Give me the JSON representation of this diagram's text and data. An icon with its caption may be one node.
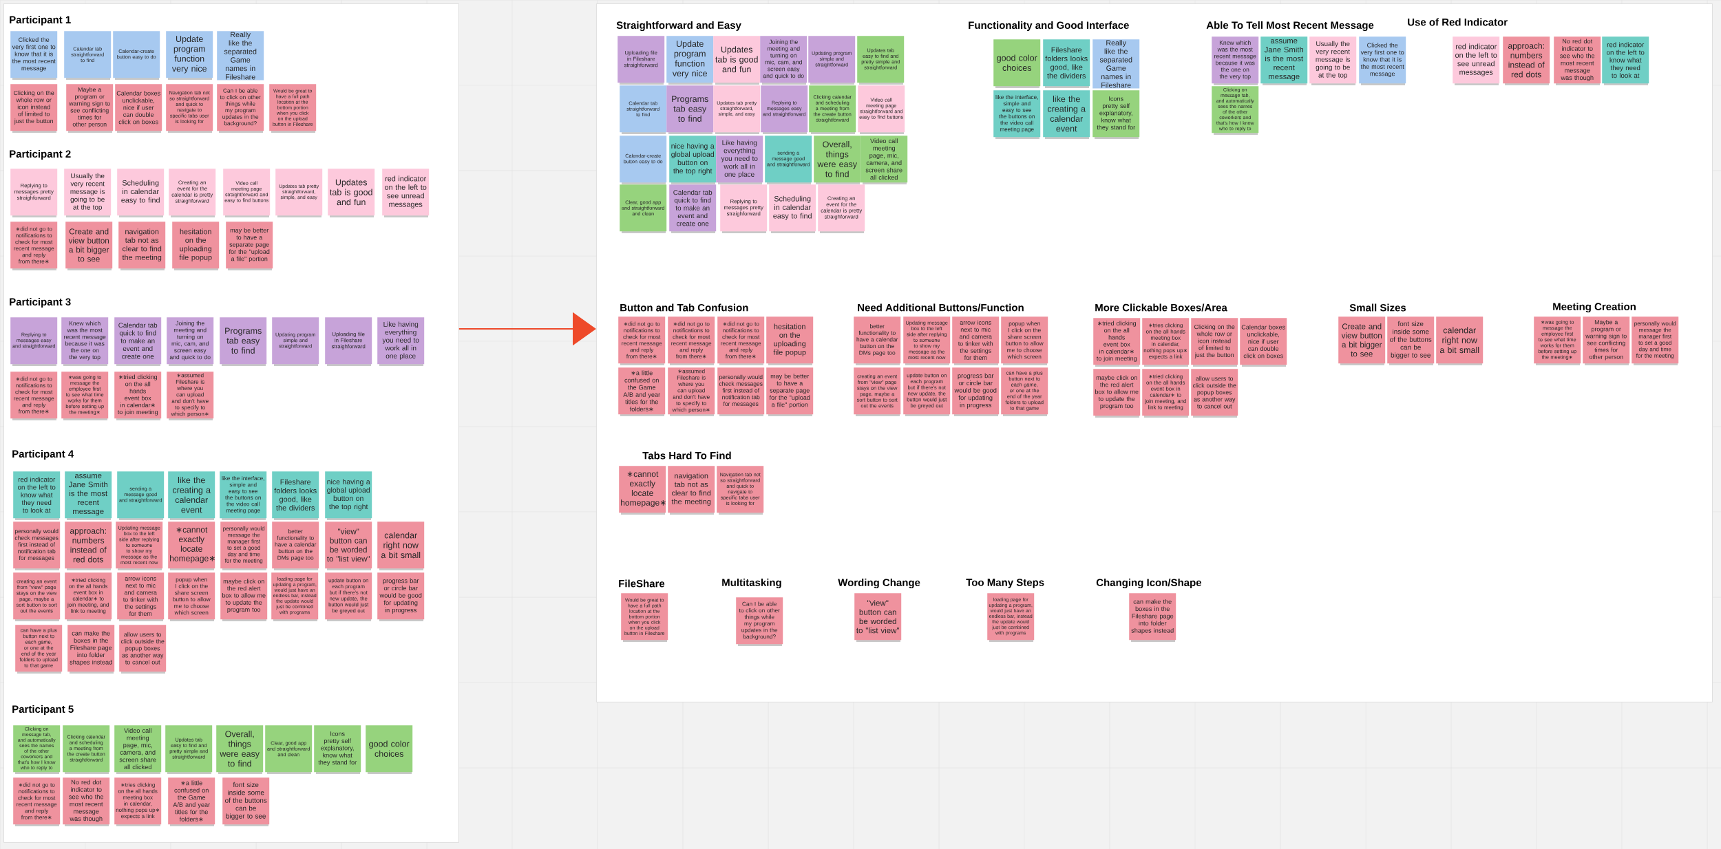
{
  "diagram": {
    "nodes": [
      {
        "text": [],
        "shape": "box"
      },
      {
        "text": [],
        "shape": "box"
      },
      {
        "text": [
          "Clicked the very first one to know that it is the most recent message"
        ],
        "in": 0
      },
      {
        "text": [
          "Calendar tab straightforward to find"
        ],
        "in": 0
      },
      {
        "text": [
          "Calendar-create button easy to do"
        ],
        "in": 0
      },
      {
        "text": [
          "Update program function very nice"
        ],
        "in": 0
      },
      {
        "text": [
          "Really like the separated Game names in Fileshare"
        ],
        "in": 0
      },
      {
        "text": [
          "Clicking on the whole row or icon instead of limited to just the button"
        ],
        "in": 0
      },
      {
        "text": [
          "Maybe a program or warning sign to see conflicting times for other person"
        ],
        "in": 0
      },
      {
        "text": [
          "Calendar boxes unclickable, nice if user can double click on boxes"
        ],
        "in": 0
      },
      {
        "text": [
          "Navigation tab not so straightforward and quick to navigate to specific tabs user is looking for"
        ],
        "in": 0
      },
      {
        "text": [
          "Can I be able to click on other things while my program updates in the background?"
        ],
        "in": 0
      },
      {
        "text": [
          "Would be great to have a full path location at the bottom portion when you click on the upload button in Fileshare"
        ],
        "in": 0
      },
      {
        "text": [
          "Replying to messages pretty straighforward"
        ],
        "in": 0
      },
      {
        "text": [
          "Usually the very recent message is going to be at the top"
        ],
        "in": 0
      },
      {
        "text": [
          "Scheduling in calendar easy to find"
        ],
        "in": 0
      },
      {
        "text": [
          "Creating an event for the calendar is pretty straighforward"
        ],
        "in": 0
      },
      {
        "text": [
          "Video call meeting page straightforward and easy to find buttons"
        ],
        "in": 0
      },
      {
        "text": [
          "Updates tab pretty straightforward, simple, and easy"
        ],
        "in": 0
      },
      {
        "text": [
          "Updates tab is good and fun"
        ],
        "in": 0
      },
      {
        "text": [
          "red indicator on the left to see unread messages"
        ],
        "in": 0
      },
      {
        "text": [
          "∗did not go to notifications to check for most recent message and reply from there∗"
        ],
        "in": 0
      },
      {
        "text": [
          "Create and view button a bit bigger to see"
        ],
        "in": 0
      },
      {
        "text": [
          "navigation tab not as clear to find the meeting"
        ],
        "in": 0
      },
      {
        "text": [
          "hesitation on the uploading file popup"
        ],
        "in": 0
      },
      {
        "text": [
          "may be better to have a separate page for the \"upload a file\" portion"
        ],
        "in": 0
      },
      {
        "text": [
          "Replying to messages easy and straightforward"
        ],
        "in": 0
      },
      {
        "text": [
          "Knew which was the most recent message because it was the one on the very top"
        ],
        "in": 0
      },
      {
        "text": [
          "Calendar tab quick to find to make an event and create one"
        ],
        "in": 0
      },
      {
        "text": [
          "Joining the meeting and turning on mic, cam, and screen easy and quick to do"
        ],
        "in": 0
      },
      {
        "text": [
          "Programs tab easy to find"
        ],
        "in": 0
      },
      {
        "text": [
          "Updating program simple and straightforward"
        ],
        "in": 0
      },
      {
        "text": [
          "Uploading file in Fileshare straighforward"
        ],
        "in": 0
      },
      {
        "text": [
          "Like having everything you need to work all in one place"
        ],
        "in": 0
      },
      {
        "text": [
          "∗did not go to notifications to check for most recent message and reply from there∗"
        ],
        "in": 0
      },
      {
        "text": [
          "∗was going to message the employee first to see what time works for them before setting up the meeting∗"
        ],
        "in": 0
      },
      {
        "text": [
          "∗tried clicking on the all hands event box in calendar∗ to join meeting"
        ],
        "in": 0
      },
      {
        "text": [
          "∗assumed Fileshare is where you can upload and don't have to specify to which person∗"
        ],
        "in": 0
      },
      {
        "text": [
          "red indicator on the left to know what they need to look at"
        ],
        "in": 0
      },
      {
        "text": [
          "assume Jane Smith is the most recent message"
        ],
        "in": 0
      },
      {
        "text": [
          "sending a message good and straightforward"
        ],
        "in": 0
      },
      {
        "text": [
          "like the creating a calendar event"
        ],
        "in": 0
      },
      {
        "text": [
          "like the interface, simple and easy to see the buttons on the video call meeting page"
        ],
        "in": 0
      },
      {
        "text": [
          "Fileshare folders looks good, like the dividers"
        ],
        "in": 0
      },
      {
        "text": [
          "nice having a global upload button on the top right"
        ],
        "in": 0
      },
      {
        "text": [
          "personally would check messages first instead of notification tab for messages"
        ],
        "in": 0
      },
      {
        "text": [
          "approach: numbers instead of red dots"
        ],
        "in": 0
      },
      {
        "text": [
          "Updating message box to the left side after replying to someone to show my message as the most recent now"
        ],
        "in": 0
      },
      {
        "text": [
          "∗cannot exactly locate homepage∗"
        ],
        "in": 0
      },
      {
        "text": [
          "personally would message the manager first to set a good day and time for the meeting"
        ],
        "in": 0
      },
      {
        "text": [
          "better functionality to have a calendar button on the DMs page too"
        ],
        "in": 0
      },
      {
        "text": [
          "\"view\" button can be worded to \"list view\""
        ],
        "in": 0
      },
      {
        "text": [
          "calendar right now a bit small"
        ],
        "in": 0
      },
      {
        "text": [
          "creating an event from \"view\" page stays on the view page, maybe a sort button to sort out the events"
        ],
        "in": 0
      },
      {
        "text": [
          "∗tried clicking on the all hands event box in calendar∗ to join meeting, and link to meeting"
        ],
        "in": 0
      },
      {
        "text": [
          "arrow icons next to mic and camera to tinker with the settings for them"
        ],
        "in": 0
      },
      {
        "text": [
          "popup when I click on the share screen button to allow me to choose which screen"
        ],
        "in": 0
      },
      {
        "text": [
          "maybe click on the red alert box to allow me to update the program too"
        ],
        "in": 0
      },
      {
        "text": [
          "loading page for updating a program, would just have an endless bar, instead the update would just be combined with programs"
        ],
        "in": 0
      },
      {
        "text": [
          "update button on each program but if there's not new update, the button would just be greyed out"
        ],
        "in": 0
      },
      {
        "text": [
          "progress bar or circle bar would be good for updating in progress"
        ],
        "in": 0
      },
      {
        "text": [
          "can have a plus button next to each game, or one at the end of the year folders to upload to that game"
        ],
        "in": 0
      },
      {
        "text": [
          "can make the boxes in the Fileshare page into folder shapes instead"
        ],
        "in": 0
      },
      {
        "text": [
          "allow users to click outside the popup boxes as another way to cancel out"
        ],
        "in": 0
      },
      {
        "text": [
          "Clicking on message tab, and automatically sees the names of the other coworkers and that's how I know who to reply to"
        ],
        "in": 0
      },
      {
        "text": [
          "Clicking calendar and scheduling a meeting from the create button straightforward"
        ],
        "in": 0
      },
      {
        "text": [
          "Video call meeting page, mic, camera, and screen share all clicked"
        ],
        "in": 0
      },
      {
        "text": [
          "Updates tab easy to find and pretty simple and straightforward"
        ],
        "in": 0
      },
      {
        "text": [
          "Overall, things were easy to find"
        ],
        "in": 0
      },
      {
        "text": [
          "Clear, good app and straightforward and clean"
        ],
        "in": 0
      },
      {
        "text": [
          "Icons pretty self explanatory, know what they stand for"
        ],
        "in": 0
      },
      {
        "text": [
          "good color choices"
        ],
        "in": 0
      },
      {
        "text": [
          "∗did not go to notifications to check for most recent message and reply from there∗"
        ],
        "in": 0
      },
      {
        "text": [
          "No red dot indicator to see who the most recent message was though"
        ],
        "in": 0
      },
      {
        "text": [
          "∗tries clicking on the all hands meeting box in calendar, nothing pops up∗ expects a link"
        ],
        "in": 0
      },
      {
        "text": [
          "∗a little confused on the Game A/B and year titles for the folders∗"
        ],
        "in": 0
      },
      {
        "text": [
          "font size inside some of the buttons can be bigger to see"
        ],
        "in": 0
      },
      {
        "text": [
          "Uploading file in Fileshare straighforward"
        ],
        "in": 1
      },
      {
        "text": [
          "Update program function very nice"
        ],
        "in": 1
      },
      {
        "text": [
          "Updates tab is good and fun"
        ],
        "in": 1
      },
      {
        "text": [
          "Joining the meeting and turning on mic, cam, and screen easy and quick to do"
        ],
        "in": 1
      },
      {
        "text": [
          "Updating program simple and straightforward"
        ],
        "in": 1
      },
      {
        "text": [
          "Updates tab easy to find and pretty simple and straightforward"
        ],
        "in": 1
      },
      {
        "text": [
          "Calendar tab straightforward to find"
        ],
        "in": 1
      },
      {
        "text": [
          "Programs tab easy to find"
        ],
        "in": 1
      },
      {
        "text": [
          "Updates tab pretty straightforward, simple, and easy"
        ],
        "in": 1
      },
      {
        "text": [
          "Replying to messages easy and straightforward"
        ],
        "in": 1
      },
      {
        "text": [
          "Clicking calendar and scheduling a meeting from the create button straightforward"
        ],
        "in": 1
      },
      {
        "text": [
          "Video call meeting page straightforward and easy to find buttons"
        ],
        "in": 1
      },
      {
        "text": [
          "Calendar-create button easy to do"
        ],
        "in": 1
      },
      {
        "text": [
          "nice having a global upload button on the top right"
        ],
        "in": 1
      },
      {
        "text": [
          "Like having everything you need to work all in one place"
        ],
        "in": 1
      },
      {
        "text": [
          "sending a message good and straightforward"
        ],
        "in": 1
      },
      {
        "text": [
          "Overall, things were easy to find"
        ],
        "in": 1
      },
      {
        "text": [
          "Video call meeting page, mic, camera, and screen share all clicked"
        ],
        "in": 1
      },
      {
        "text": [
          "Clear, good app and straightforward and clean"
        ],
        "in": 1
      },
      {
        "text": [
          "Calendar tab quick to find to make an event and create one"
        ],
        "in": 1
      },
      {
        "text": [
          "Replying to messages pretty straighforward"
        ],
        "in": 1
      },
      {
        "text": [
          "Scheduling in calendar easy to find"
        ],
        "in": 1
      },
      {
        "text": [
          "Creating an event for the calendar is pretty straighforward"
        ],
        "in": 1
      },
      {
        "text": [
          "good color choices"
        ],
        "in": 1
      },
      {
        "text": [
          "Fileshare folders looks good, like the dividers"
        ],
        "in": 1
      },
      {
        "text": [
          "Really like the separated Game names in Fileshare"
        ],
        "in": 1
      },
      {
        "text": [
          "like the interface, simple and easy to see the buttons on the video call meeting page"
        ],
        "in": 1
      },
      {
        "text": [
          "like the creating a calendar event"
        ],
        "in": 1
      },
      {
        "text": [
          "Icons pretty self explanatory, know what they stand for"
        ],
        "in": 1
      },
      {
        "text": [
          "Knew which was the most recent message because it was the one on the very top"
        ],
        "in": 1
      },
      {
        "text": [
          "assume Jane Smith is the most recent message"
        ],
        "in": 1
      },
      {
        "text": [
          "Usually the very recent message is going to be at the top"
        ],
        "in": 1
      },
      {
        "text": [
          "Clicked the very first one to know that it is the most recent message"
        ],
        "in": 1
      },
      {
        "text": [
          "Clicking on message tab, and automatically sees the names of the other coworkers and that's how I know who to reply to"
        ],
        "in": 1
      },
      {
        "text": [
          "red indicator on the left to see unread messages"
        ],
        "in": 1
      },
      {
        "text": [
          "approach: numbers instead of red dots"
        ],
        "in": 1
      },
      {
        "text": [
          "No red dot indicator to see who the most recent message was though"
        ],
        "in": 1
      },
      {
        "text": [
          "red indicator on the left to know what they need to look at"
        ],
        "in": 1
      },
      {
        "text": [
          "∗did not go to notifications to check for most recent message and reply from there∗"
        ],
        "in": 1
      },
      {
        "text": [
          "∗did not go to notifications to check for most recent message and reply from there∗"
        ],
        "in": 1
      },
      {
        "text": [
          "∗did not go to notifications to check for most recent message and reply from there∗"
        ],
        "in": 1
      },
      {
        "text": [
          "hesitation on the uploading file popup"
        ],
        "in": 1
      },
      {
        "text": [
          "∗a little confused on the Game A/B and year titles for the folders∗"
        ],
        "in": 1
      },
      {
        "text": [
          "∗assumed Fileshare is where you can upload and don't have to specify to which person∗"
        ],
        "in": 1
      },
      {
        "text": [
          "personally would check messages first instead of notification tab for messages"
        ],
        "in": 1
      },
      {
        "text": [
          "may be better to have a separate page for the \"upload a file\" portion"
        ],
        "in": 1
      },
      {
        "text": [
          "better functionality to have a calendar button on the DMs page too"
        ],
        "in": 1
      },
      {
        "text": [
          "Updating message box to the left side after replying to someone to show my message as the most recent now"
        ],
        "in": 1
      },
      {
        "text": [
          "arrow icons next to mic and camera to tinker with the settings for them"
        ],
        "in": 1
      },
      {
        "text": [
          "popup when I click on the share screen button to allow me to choose which screen"
        ],
        "in": 1
      },
      {
        "text": [
          "creating an event from \"view\" page stays on the view page, maybe a sort button to sort out the events"
        ],
        "in": 1
      },
      {
        "text": [
          "update button on each program but if there's not new update, the button would just be greyed out"
        ],
        "in": 1
      },
      {
        "text": [
          "progress bar or circle bar would be good for updating in progress"
        ],
        "in": 1
      },
      {
        "text": [
          "can have a plus button next to each game, or one at the end of the year folders to upload to that game"
        ],
        "in": 1
      },
      {
        "text": [
          "∗tried clicking on the all hands event box in calendar∗ to join meeting"
        ],
        "in": 1
      },
      {
        "text": [
          "∗tries clicking on the all hands meeting box in calendar, nothing pops up∗ expects a link"
        ],
        "in": 1
      },
      {
        "text": [
          "Clicking on the whole row or icon instead of limited to just the button"
        ],
        "in": 1
      },
      {
        "text": [
          "Calendar boxes unclickable, nice if user can double click on boxes"
        ],
        "in": 1
      },
      {
        "text": [
          "maybe click on the red alert box to allow me to update the program too"
        ],
        "in": 1
      },
      {
        "text": [
          "∗tried clicking on the all hands event box in calendar∗ to join meeting, and link to meeting"
        ],
        "in": 1
      },
      {
        "text": [
          "allow users to click outside the popup boxes as another way to cancel out"
        ],
        "in": 1
      },
      {
        "text": [
          "Create and view button a bit bigger to see"
        ],
        "in": 1
      },
      {
        "text": [
          "font size inside some of the buttons can be bigger to see"
        ],
        "in": 1
      },
      {
        "text": [
          "calendar right now a bit small"
        ],
        "in": 1
      },
      {
        "text": [
          "∗was going to message the employee first to see what time works for them before setting up the meeting∗"
        ],
        "in": 1
      },
      {
        "text": [
          "Maybe a program or warning sign to see conflicting times for other person"
        ],
        "in": 1
      },
      {
        "text": [
          "personally would message the manager first to set a good day and time for the meeting"
        ],
        "in": 1
      },
      {
        "text": [
          "∗cannot exactly locate homepage∗"
        ],
        "in": 1
      },
      {
        "text": [
          "navigation tab not as clear to find the meeting"
        ],
        "in": 1
      },
      {
        "text": [
          "Navigation tab not so straightforward and quick to navigate to specific tabs user is looking for"
        ],
        "in": 1
      },
      {
        "text": [
          "Would be great to have a full path location at the bottom portion when you click on the upload button in Fileshare"
        ],
        "in": 1
      },
      {
        "text": [
          "Can I be able to click on other things while my program updates in the background?"
        ],
        "in": 1
      },
      {
        "text": [
          "\"view\" button can be worded to \"list view\""
        ],
        "in": 1
      },
      {
        "text": [
          "loading page for updating a program, would just have an endless bar, instead the update would just be combined with programs"
        ],
        "in": 1
      },
      {
        "text": [
          "can make the boxes in the Fileshare page into folder shapes instead"
        ],
        "in": 1
      }
    ],
    "edges": [
      {
        "from": 0,
        "to": 1,
        "arrow": "to",
        "color": "#ee4a2a"
      }
    ],
    "labels": [
      "Participant 1",
      "Participant 2",
      "Participant 3",
      "Participant 4",
      "Participant 5",
      "Straightforward and Easy",
      "Functionality and Good Interface",
      "Able To Tell Most Recent Message",
      "Use of Red Indicator",
      "Button and Tab Confusion",
      "Need Additional Buttons/Function",
      "More Clickable Boxes/Area",
      "Small Sizes",
      "Meeting Creation",
      "Tabs Hard To Find",
      "FileShare",
      "Multitasking",
      "Wording Change",
      "Too Many Steps",
      "Changing Icon/Shape"
    ]
  }
}
